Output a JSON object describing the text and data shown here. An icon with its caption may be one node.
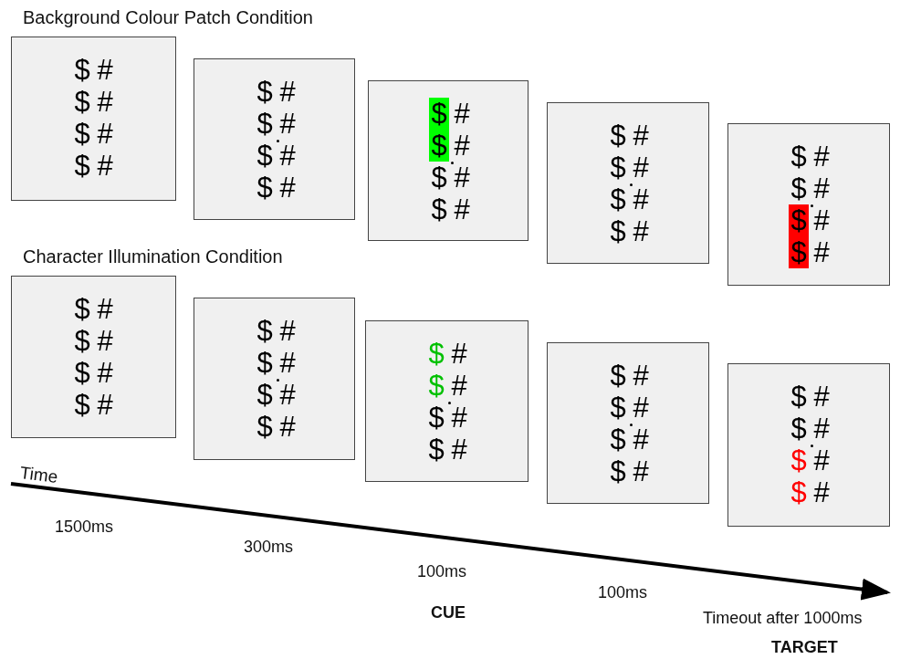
{
  "diagram": {
    "nodes": [
      {
        "text": [
          "$",
          "#",
          "$",
          "#",
          "$",
          "#",
          "$",
          "#"
        ]
      },
      {
        "text": [
          "$",
          "#",
          "$",
          "#",
          "$",
          "#",
          "$",
          "#"
        ]
      },
      {
        "text": [
          "$",
          "#",
          "$",
          "#",
          "$",
          "#",
          "$",
          "#"
        ]
      },
      {
        "text": [
          "$",
          "#",
          "$",
          "#",
          "$",
          "#",
          "$",
          "#"
        ]
      },
      {
        "text": [
          "$",
          "#",
          "$",
          "#",
          "$",
          "#",
          "$",
          "#"
        ]
      },
      {
        "text": [
          "$",
          "#",
          "$",
          "#",
          "$",
          "#",
          "$",
          "#"
        ]
      },
      {
        "text": [
          "$",
          "#",
          "$",
          "#",
          "$",
          "#",
          "$",
          "#"
        ]
      },
      {
        "text": [
          "$",
          "#",
          "$",
          "#",
          "$",
          "#",
          "$",
          "#"
        ]
      },
      {
        "text": [
          "$",
          "#",
          "$",
          "#",
          "$",
          "#",
          "$",
          "#"
        ]
      },
      {
        "text": [
          "$",
          "#",
          "$",
          "#",
          "$",
          "#",
          "$",
          "#"
        ]
      }
    ],
    "labels": [
      "Background Colour Patch Condition",
      "Character Illumination Condition",
      "Time",
      "1500ms",
      "300ms",
      "100ms",
      "CUE",
      "100ms",
      "Timeout after 1000ms",
      "TARGET"
    ]
  }
}
